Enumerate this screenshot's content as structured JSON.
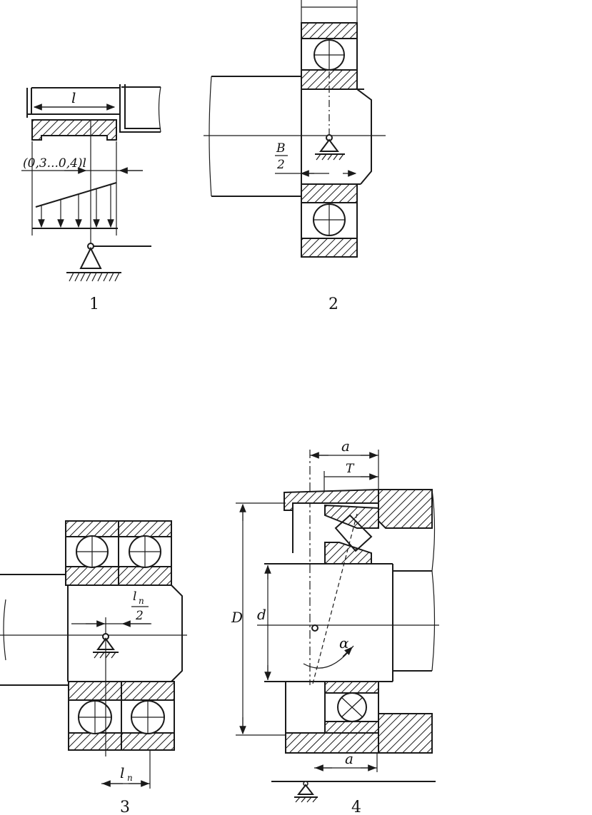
{
  "figures": [
    {
      "caption": "1",
      "labels": {
        "length": "l",
        "offset": "(0,3...0,4)l"
      }
    },
    {
      "caption": "2",
      "labels": {
        "half_width_num": "B",
        "half_width_den": "2"
      }
    },
    {
      "caption": "3",
      "labels": {
        "half_span_num": "l",
        "half_span_sub": "п",
        "half_span_den": "2",
        "span": "l",
        "span_sub": "п"
      }
    },
    {
      "caption": "4",
      "labels": {
        "offset_top": "a",
        "half_T_num": "T",
        "outer_diameter": "D",
        "bore_diameter": "d",
        "contact_angle": "α",
        "offset_bottom": "a"
      }
    }
  ]
}
